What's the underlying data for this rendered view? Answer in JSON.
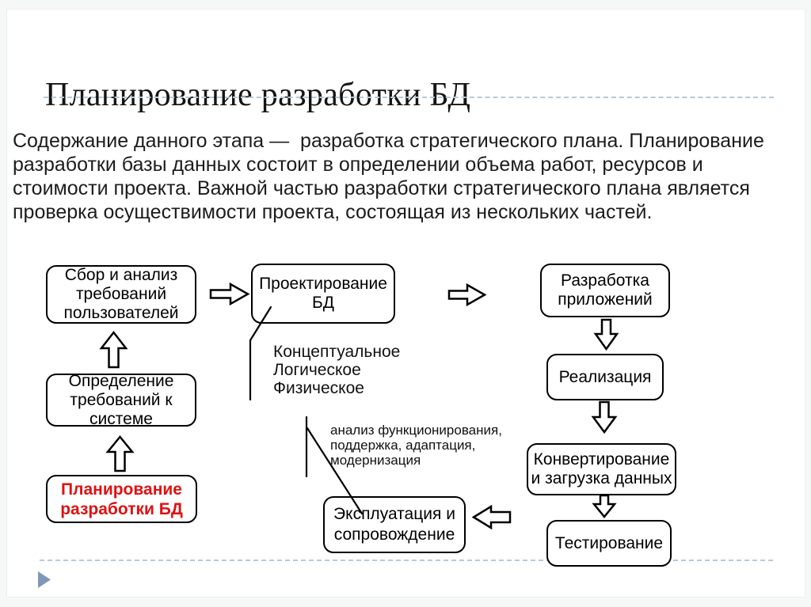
{
  "slide": {
    "title": "Планирование разработки БД",
    "body": "Содержание данного этапа —  разработка стратегического плана. Планирование разработки базы данных состоит в определении объема работ, ресурсов и стоимости проекта. Важной частью разработки стратегического плана является проверка осуществимости проекта, состоящая из нескольких частей."
  },
  "diagram": {
    "boxes": {
      "collect": [
        "Сбор и анализ",
        "требований",
        "пользователей"
      ],
      "design": [
        "Проектирование",
        "БД"
      ],
      "appdev": [
        "Разработка",
        "приложений"
      ],
      "realization": [
        "Реализация"
      ],
      "convert": [
        "Конвертирование",
        "и загрузка данных"
      ],
      "testing": [
        "Тестирование"
      ],
      "sysreq": [
        "Определение",
        "требований к",
        "системе"
      ],
      "planning": [
        "Планирование",
        "разработки БД"
      ],
      "maintenance": [
        "Эксплуатация и",
        "сопровождение"
      ]
    },
    "annotations": {
      "design_levels": [
        "Концептуальное",
        "Логическое",
        "Физическое"
      ],
      "maintenance_note": [
        "анализ функционирования,",
        "поддержка, адаптация,",
        "модернизация"
      ]
    }
  },
  "colors": {
    "highlight_red": "#e01111",
    "dashed_accent": "#b7c9da",
    "triangle_accent": "#7e99b7"
  }
}
